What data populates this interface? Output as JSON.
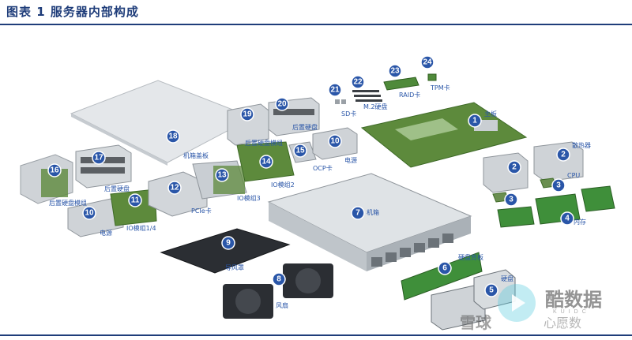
{
  "title": "图表 1 服务器内部构成",
  "watermark": {
    "main": "酷数据",
    "sub": "心愿数",
    "en": "KUIDC",
    "snowball": "雪球"
  },
  "colors": {
    "accent": "#2a56a8",
    "title": "#1f3d7a",
    "board": "#5d8a3c",
    "metal": "#c9ced3",
    "ram": "#3f8f3a"
  },
  "parts": [
    {
      "num": "1",
      "label": "主板"
    },
    {
      "num": "2",
      "label": "散热器"
    },
    {
      "num": "3",
      "label": "CPU"
    },
    {
      "num": "4",
      "label": "内存"
    },
    {
      "num": "5",
      "label": "硬盘"
    },
    {
      "num": "6",
      "label": "硬盘背板"
    },
    {
      "num": "7",
      "label": "机箱"
    },
    {
      "num": "8",
      "label": "风扇"
    },
    {
      "num": "9",
      "label": "导风罩"
    },
    {
      "num": "10",
      "label": "电源"
    },
    {
      "num": "10",
      "label": "电源"
    },
    {
      "num": "11",
      "label": "IO模组1/4"
    },
    {
      "num": "12",
      "label": "PCIe卡"
    },
    {
      "num": "13",
      "label": "IO模组3"
    },
    {
      "num": "14",
      "label": "IO模组2"
    },
    {
      "num": "15",
      "label": "OCP卡"
    },
    {
      "num": "16",
      "label": "后置硬盘模组"
    },
    {
      "num": "17",
      "label": "后置硬盘"
    },
    {
      "num": "18",
      "label": "机箱盖板"
    },
    {
      "num": "19",
      "label": "后置硬盘模组"
    },
    {
      "num": "20",
      "label": "后置硬盘"
    },
    {
      "num": "21",
      "label": "SD卡"
    },
    {
      "num": "22",
      "label": "M.2硬盘"
    },
    {
      "num": "23",
      "label": "RAID卡"
    },
    {
      "num": "24",
      "label": "TPM卡"
    },
    {
      "num": "2",
      "label": ""
    },
    {
      "num": "3",
      "label": ""
    }
  ]
}
